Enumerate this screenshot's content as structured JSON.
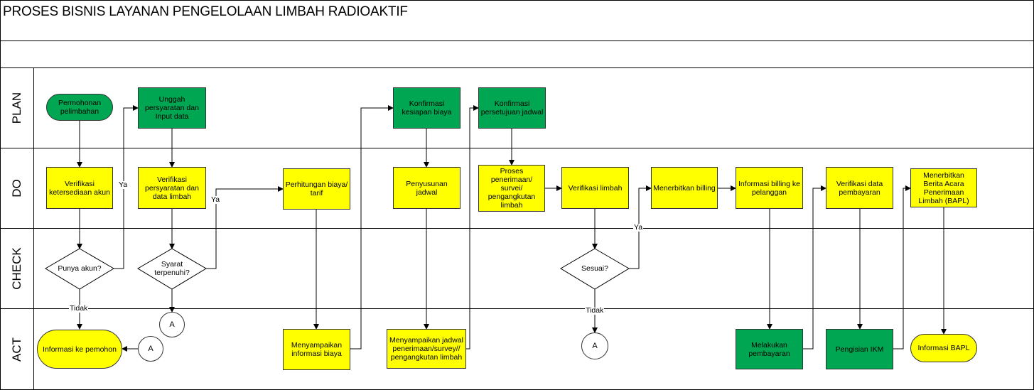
{
  "title": "PROSES BISNIS LAYANAN PENGELOLAAN LIMBAH RADIOAKTIF",
  "lanes": {
    "plan": "PLAN",
    "do": "DO",
    "check": "CHECK",
    "act": "ACT"
  },
  "nodes": {
    "permohonan": "Permohonan pelimbahan",
    "unggah": "Unggah persyaratan dan Input data",
    "konfirmasi_biaya": "Konfirmasi kesiapan biaya",
    "konfirmasi_jadwal": "Konfirmasi persetujuan jadwal",
    "verifikasi_akun": "Verifikasi ketersediaan akun",
    "verifikasi_persyaratan": "Verifikasi persyaratan dan data limbah",
    "perhitungan_biaya": "Perhitungan biaya/ tarif",
    "penyusunan_jadwal": "Penyusunan jadwal",
    "proses_penerimaan": "Proses penerimaan/ survei/ pengangkutan limbah",
    "verifikasi_limbah": "Verifikasi limbah",
    "menerbitkan_billing": "Menerbitkan billing",
    "informasi_billing": "Informasi billing ke pelanggan",
    "verifikasi_pembayaran": "Verifikasi data pembayaran",
    "menerbitkan_bapl": "Menerbitkan Berita Acara Penerimaan Limbah (BAPL)",
    "punya_akun": "Punya akun?",
    "syarat": "Syarat terpenuhi?",
    "sesuai": "Sesuai?",
    "informasi_pemohon": "Informasi ke pemohon",
    "menyampaikan_biaya": "Menyampaikan informasi biaya",
    "menyampaikan_jadwal": "Menyampaikan jadwal penerimaan/survey// pengangkutan limbah",
    "melakukan_pembayaran": "Melakukan pembayaran",
    "pengisian_ikm": "Pengisian IKM",
    "informasi_bapl": "Informasi BAPL",
    "connector": "A"
  },
  "edge_labels": {
    "ya": "Ya",
    "tidak": "Tidak"
  },
  "colors": {
    "yellow": "#ffff00",
    "green": "#00a651",
    "line": "#000000"
  }
}
